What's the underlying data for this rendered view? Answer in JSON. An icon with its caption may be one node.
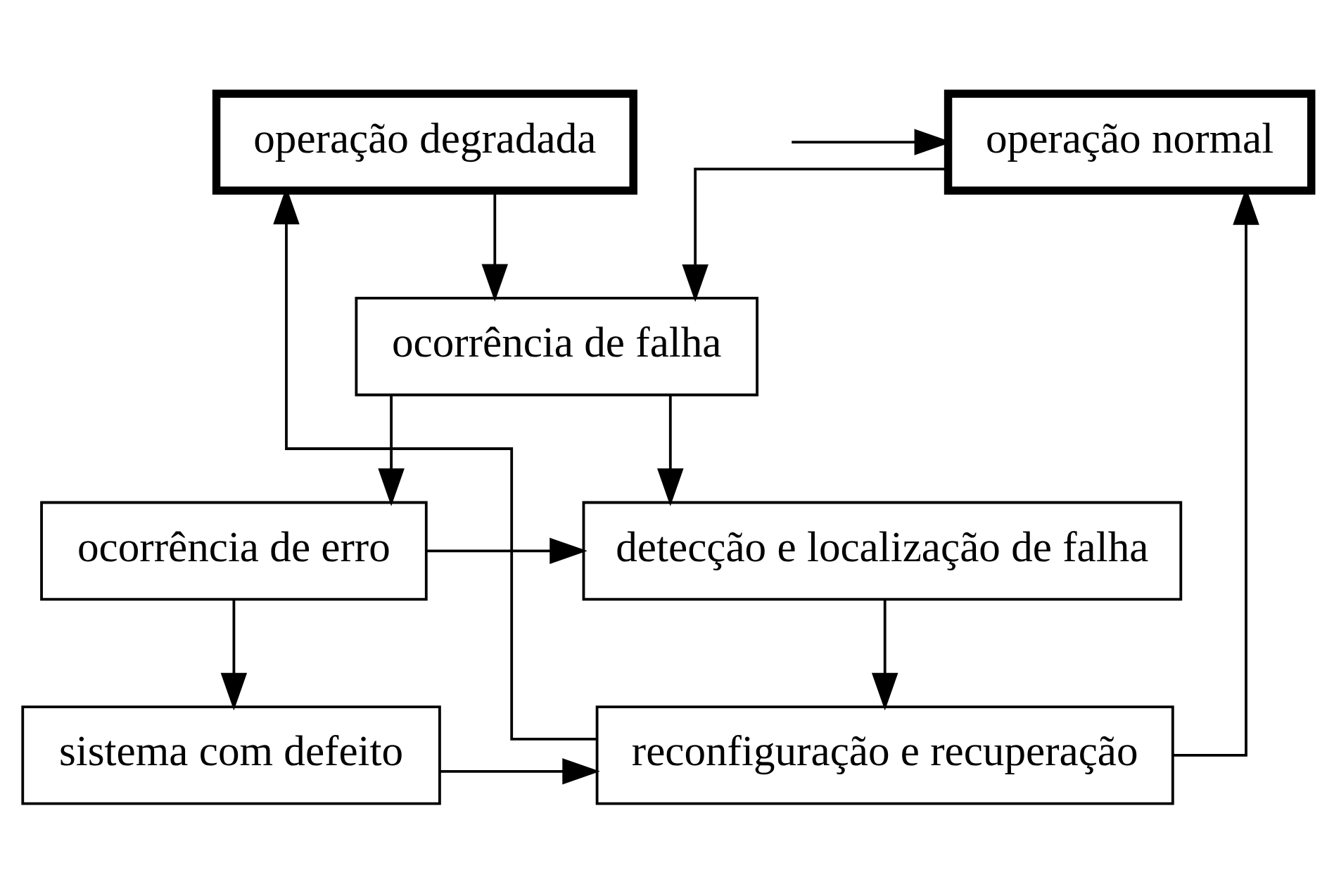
{
  "diagram": {
    "nodes": [
      {
        "text": [
          "operação normal"
        ]
      },
      {
        "text": [
          "operação degradada"
        ]
      },
      {
        "text": [
          "ocorrência de falha"
        ]
      },
      {
        "text": [
          "ocorrência de erro"
        ]
      },
      {
        "text": [
          "detecção e localização de falha"
        ]
      },
      {
        "text": [
          "sistema com defeito"
        ]
      },
      {
        "text": [
          "reconfiguração e recuperação"
        ]
      }
    ],
    "edges": [
      {
        "from": null,
        "to": 0,
        "arrow": "to"
      },
      {
        "from": 0,
        "to": 2,
        "arrow": "to"
      },
      {
        "from": 1,
        "to": 2,
        "arrow": "to"
      },
      {
        "from": 2,
        "to": 3,
        "arrow": "to"
      },
      {
        "from": 2,
        "to": 4,
        "arrow": "to"
      },
      {
        "from": 3,
        "to": 4,
        "arrow": "to"
      },
      {
        "from": 3,
        "to": 5,
        "arrow": "to"
      },
      {
        "from": 4,
        "to": 6,
        "arrow": "to"
      },
      {
        "from": 5,
        "to": 6,
        "arrow": "to"
      },
      {
        "from": 6,
        "to": 0,
        "arrow": "to"
      },
      {
        "from": 6,
        "to": 1,
        "arrow": "to"
      }
    ]
  }
}
